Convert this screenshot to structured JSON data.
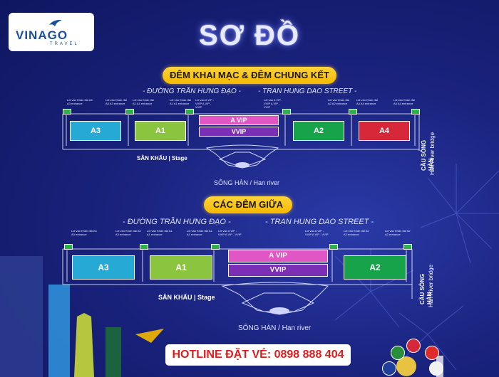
{
  "logo": {
    "brand": "VINAGO",
    "tagline": "TRAVEL"
  },
  "title": "SƠ ĐỒ",
  "sections": [
    {
      "banner": "ĐÊM KHAI MẠC & ĐÊM CHUNG KẾT",
      "street_vn": "- ĐƯỜNG TRẦN HƯNG ĐẠO -",
      "street_en": "- TRAN HUNG DAO STREET -",
      "zones": [
        "A3",
        "A1",
        "A VIP",
        "VVIP",
        "A2",
        "A4"
      ],
      "stage_label": "SÂN KHẤU | Stage",
      "river_label": "SÔNG HÀN / Han river",
      "bridge_label": "CẦU SÔNG HÀN",
      "bridge_label_en": "Han River bridge",
      "gates": [
        "Lối vào Khán đài A3 A3 entrance",
        "Lối vào Khán đài A3 A3 entrance",
        "Lối vào Khán đài A1 A1 entrance",
        "Lối vào Khán đài A1 A1 entrance",
        "Lối vào A VIP - VVIP A VIP - VVIP",
        "Lối vào A VIP - VVIP A VIP - VVIP",
        "Lối vào Khán đài A2 A2 entrance",
        "Lối vào Khán đài A4 A4 entrance",
        "Lối vào Khán đài A4 A4 entrance"
      ]
    },
    {
      "banner": "CÁC ĐÊM GIỮA",
      "street_vn": "- ĐƯỜNG TRẦN HƯNG ĐẠO -",
      "street_en": "- TRAN HUNG DAO STREET -",
      "zones": [
        "A3",
        "A1",
        "A VIP",
        "VVIP",
        "A2"
      ],
      "stage_label": "SÂN KHẤU | Stage",
      "river_label": "SÔNG HÀN / Han river",
      "bridge_label": "CẦU SÔNG HÀN",
      "bridge_label_en": "Han River bridge",
      "gates": [
        "Lối vào Khán đài A3 A3 entrance",
        "Lối vào Khán đài A3 A3 entrance",
        "Lối vào Khán đài A1 A1 entrance",
        "Lối vào Khán đài A1 A1 entrance",
        "Lối vào A VIP - VVIP A VIP - VVIP",
        "Lối vào A VIP - VVIP A VIP - VVIP",
        "Lối vào Khán đài A2 A2 entrance",
        "Lối vào Khán đài A2 A2 entrance"
      ]
    }
  ],
  "hotline": "HOTLINE ĐẶT VÉ: 0898 888 404",
  "colors": {
    "A3": "#27a9d6",
    "A1": "#8bc53f",
    "AVIP": "#e056c4",
    "VVIP": "#7a2fb5",
    "A2": "#17a34a",
    "A4": "#d62839",
    "banner": "#ffd43b"
  }
}
